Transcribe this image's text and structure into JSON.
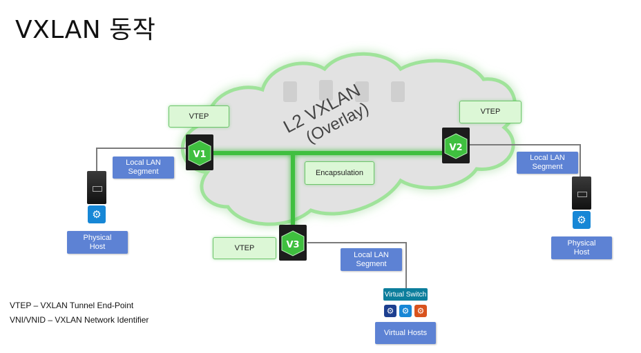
{
  "title": "VXLAN 동작",
  "cloud": {
    "line1": "L2 VXLAN",
    "line2": "(Overlay)"
  },
  "vteps": [
    {
      "label": "VTEP",
      "badge": "V1",
      "num": "1"
    },
    {
      "label": "VTEP",
      "badge": "V2",
      "num": "2"
    },
    {
      "label": "VTEP",
      "badge": "V3",
      "num": "3"
    }
  ],
  "encapsulation": "Encapsulation",
  "lan_segments": [
    {
      "line1": "Local LAN",
      "line2": "Segment"
    },
    {
      "line1": "Local LAN",
      "line2": "Segment"
    },
    {
      "line1": "Local LAN",
      "line2": "Segment"
    }
  ],
  "hosts": [
    {
      "line1": "Physical",
      "line2": "Host"
    },
    {
      "line1": "Physical",
      "line2": "Host"
    }
  ],
  "virtual_switch": "Virtual Switch",
  "virtual_hosts": "Virtual Hosts",
  "legend": [
    "VTEP – VXLAN Tunnel End-Point",
    "VNI/VNID – VXLAN Network Identifier"
  ],
  "colors": {
    "tunnel": "#3fbf3f",
    "segment_box": "#5d82d4",
    "vtep_box": "#dcf7d6",
    "gear_blue": "#1787d6",
    "gear_navy": "#1d3f8f",
    "gear_orange": "#d9531e"
  }
}
